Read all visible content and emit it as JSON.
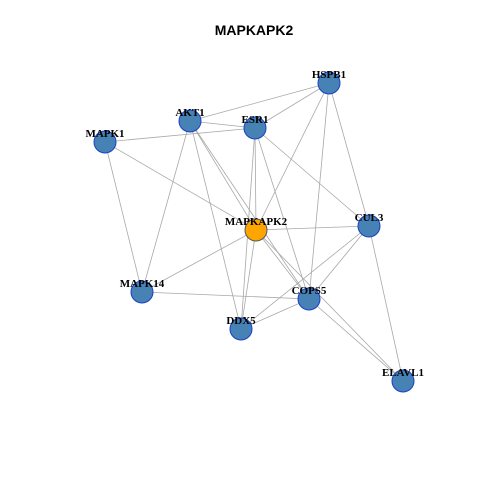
{
  "title": "MAPKAPK2",
  "colors": {
    "hub_fill": "#ffa500",
    "hub_stroke": "#555555",
    "node_fill": "#4682b4",
    "node_stroke": "#1a3fc9",
    "edge": "#a8a8a8"
  },
  "nodes": [
    {
      "id": "HSPB1",
      "label": "HSPB1",
      "hub": false
    },
    {
      "id": "AKT1",
      "label": "AKT1",
      "hub": false
    },
    {
      "id": "ESR1",
      "label": "ESR1",
      "hub": false
    },
    {
      "id": "MAPK1",
      "label": "MAPK1",
      "hub": false
    },
    {
      "id": "MAPKAPK2",
      "label": "MAPKAPK2",
      "hub": true
    },
    {
      "id": "CUL3",
      "label": "CUL3",
      "hub": false
    },
    {
      "id": "MAPK14",
      "label": "MAPK14",
      "hub": false
    },
    {
      "id": "COPS5",
      "label": "COPS5",
      "hub": false
    },
    {
      "id": "DDX5",
      "label": "DDX5",
      "hub": false
    },
    {
      "id": "ELAVL1",
      "label": "ELAVL1",
      "hub": false
    }
  ],
  "edges": [
    [
      "HSPB1",
      "AKT1"
    ],
    [
      "HSPB1",
      "ESR1"
    ],
    [
      "HSPB1",
      "MAPKAPK2"
    ],
    [
      "HSPB1",
      "CUL3"
    ],
    [
      "HSPB1",
      "COPS5"
    ],
    [
      "AKT1",
      "ESR1"
    ],
    [
      "AKT1",
      "MAPKAPK2"
    ],
    [
      "AKT1",
      "MAPK14"
    ],
    [
      "AKT1",
      "DDX5"
    ],
    [
      "AKT1",
      "COPS5"
    ],
    [
      "MAPK1",
      "ESR1"
    ],
    [
      "MAPK1",
      "MAPKAPK2"
    ],
    [
      "MAPK1",
      "MAPK14"
    ],
    [
      "ESR1",
      "MAPKAPK2"
    ],
    [
      "ESR1",
      "CUL3"
    ],
    [
      "ESR1",
      "DDX5"
    ],
    [
      "ESR1",
      "COPS5"
    ],
    [
      "MAPKAPK2",
      "CUL3"
    ],
    [
      "MAPKAPK2",
      "MAPK14"
    ],
    [
      "MAPKAPK2",
      "COPS5"
    ],
    [
      "MAPKAPK2",
      "DDX5"
    ],
    [
      "MAPKAPK2",
      "ELAVL1"
    ],
    [
      "CUL3",
      "COPS5"
    ],
    [
      "CUL3",
      "DDX5"
    ],
    [
      "CUL3",
      "ELAVL1"
    ],
    [
      "MAPK14",
      "COPS5"
    ],
    [
      "COPS5",
      "DDX5"
    ],
    [
      "COPS5",
      "ELAVL1"
    ]
  ]
}
